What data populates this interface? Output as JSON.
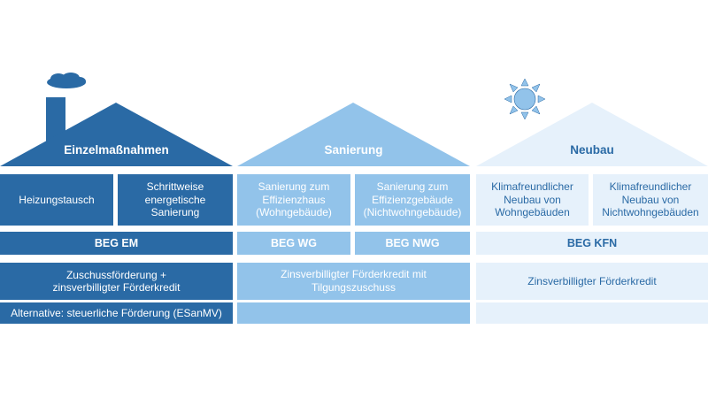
{
  "colors": {
    "dark": "#2a6aa5",
    "mid": "#92c3ea",
    "light": "#e6f1fb"
  },
  "icons": {
    "chimney_smoke": "cloud-icon",
    "sun": "sun-icon"
  },
  "houses": [
    {
      "title": "Einzelmaßnahmen",
      "measures": [
        "Heizungstausch",
        "Schrittweise\nenergetische\nSanierung"
      ],
      "programs": [
        "BEG EM"
      ],
      "funding": "Zuschussförderung +\nzinsverbilligter Förderkredit",
      "alternative": "Alternative: steuerliche Förderung (ESanMV)"
    },
    {
      "title": "Sanierung",
      "measures": [
        "Sanierung zum\nEffizienzhaus\n(Wohngebäude)",
        "Sanierung zum\nEffizienzgebäude\n(Nichtwohngebäude)"
      ],
      "programs": [
        "BEG WG",
        "BEG NWG"
      ],
      "funding": "Zinsverbilligter Förderkredit mit\nTilgungszuschuss"
    },
    {
      "title": "Neubau",
      "measures": [
        "Klimafreundlicher\nNeubau von\nWohngebäuden",
        "Klimafreundlicher\nNeubau von\nNichtwohngebäuden"
      ],
      "programs": [
        "BEG KFN"
      ],
      "funding": "Zinsverbilligter Förderkredit"
    }
  ]
}
